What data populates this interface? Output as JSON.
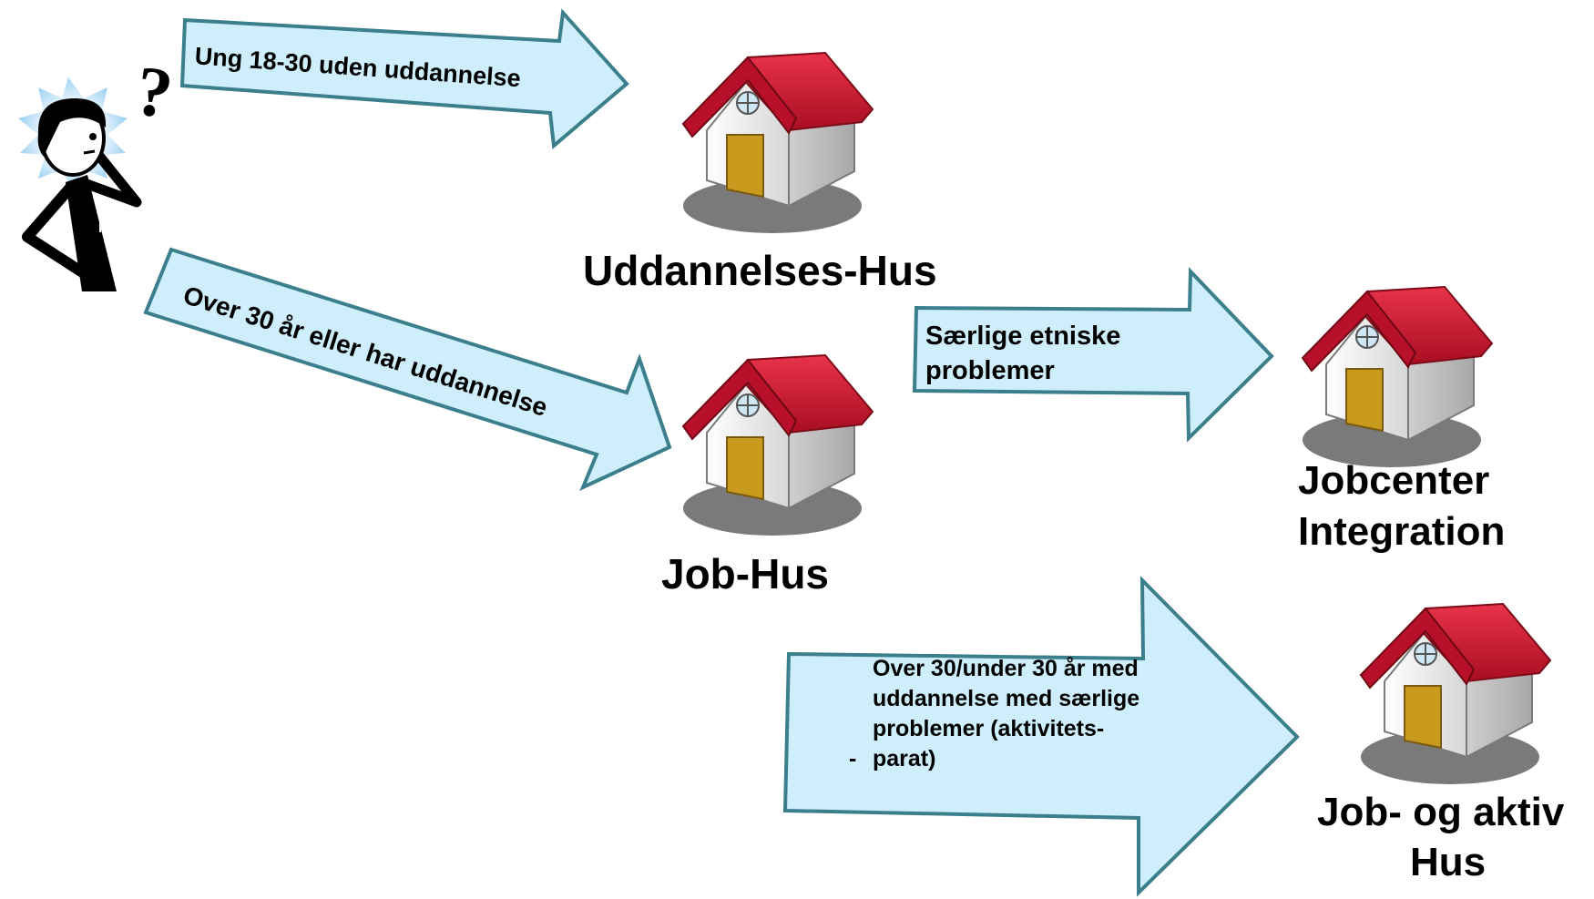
{
  "person": {
    "icon": "confused-person-icon",
    "question_mark": "?"
  },
  "arrows": [
    {
      "id": "young",
      "lines": [
        "Ung 18-30 uden uddannelse"
      ]
    },
    {
      "id": "over30",
      "lines": [
        "Over 30 år eller har uddannelse"
      ]
    },
    {
      "id": "ethnic",
      "lines": [
        "Særlige etniske",
        "problemer"
      ]
    },
    {
      "id": "special",
      "lines": [
        "Over 30/under 30 år med",
        "uddannelse med særlige",
        "problemer  (aktivitets-",
        "parat)"
      ],
      "bullet": "-"
    }
  ],
  "houses": [
    {
      "id": "uddannelses",
      "label_lines": [
        "Uddannelses-Hus"
      ]
    },
    {
      "id": "job",
      "label_lines": [
        "Job-Hus"
      ]
    },
    {
      "id": "jobcenter",
      "label_lines": [
        "Jobcenter",
        "Integration"
      ]
    },
    {
      "id": "jobaktiv",
      "label_lines": [
        "Job- og aktiv",
        "Hus"
      ]
    }
  ],
  "colors": {
    "arrow_fill": "#cfeefb",
    "arrow_stroke": "#3b7e8c",
    "roof_red": "#c8102e",
    "door_gold": "#c89a1e"
  }
}
